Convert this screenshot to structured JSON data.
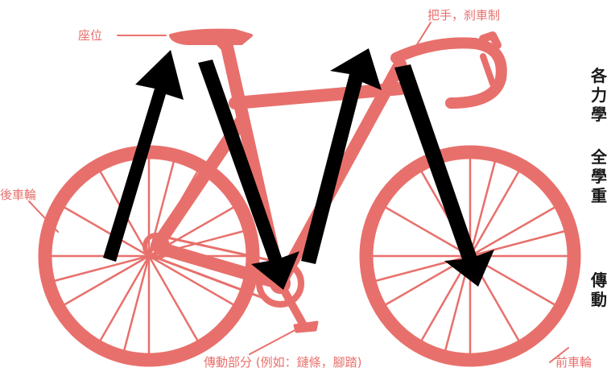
{
  "colors": {
    "bike": "#e8706c",
    "arrows": "#000000",
    "text": "#1a1a1a",
    "label": "#e8706c"
  },
  "labels": {
    "seat": "座位",
    "handlebar": "把手，刹車制",
    "rear_wheel": "後車輪",
    "front_wheel": "前車輪",
    "drivetrain": "傳動部分 (例如：鏈條，腳踏)"
  },
  "side_text": {
    "col1": "各\n力\n學",
    "col2": "全\n學\n重",
    "col3": "傳\n動"
  },
  "icons": {
    "arrows": "black-zigzag-arrows-icon",
    "bicycle": "road-bicycle-icon"
  }
}
